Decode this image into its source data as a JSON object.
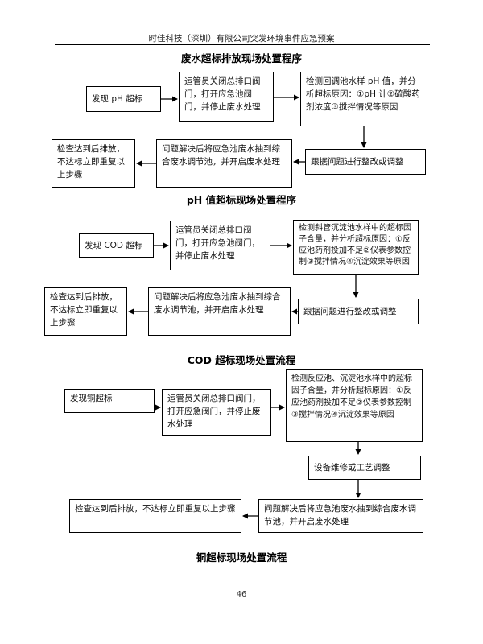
{
  "header": {
    "text": "时佳科技（深圳）有限公司突发环境事件应急预案"
  },
  "section1": {
    "title": "废水超标排放现场处置程序",
    "box1": "发现 pH 超标",
    "box2": "运管员关闭总排口阀门，打开应急池阀门，并停止废水处理",
    "box3": "检测回调池水样 pH 值，并分析超标原因：①pH 计②硫酸药剂浓度③搅拌情况等原因",
    "box4": "跟据问题进行整改或调整",
    "box5": "问题解决后将应急池废水抽到综合废水调节池，并开启废水处理",
    "box6": "检查达到后排放，不达标立即重复以上步骤"
  },
  "section2": {
    "title": "pH 值超标现场处置程序",
    "box1": "发现 COD 超标",
    "box2": "运管员关闭总排口阀门，打开应急池阀门，并停止废水处理",
    "box3": "检测斜管沉淀池水样中的超标因子含量，并分析超标原因：①反应池药剂投加不足②仪表参数控制③搅拌情况④沉淀效果等原因",
    "box4": "跟据问题进行整改或调整",
    "box5": "问题解决后将应急池废水抽到综合废水调节池，并开启废水处理",
    "box6": "检查达到后排放，不达标立即重复以上步骤"
  },
  "section3": {
    "title": "COD 超标现场处置流程",
    "box1": "发现铜超标",
    "box2": "运管员关闭总排口阀门，打开应急阀门，并停止废水处理",
    "box3": "检测反应池、沉淀池水样中的超标因子含量，并分析超标原因：①反应池药剂投加不足②仪表参数控制③搅拌情况④沉淀效果等原因",
    "box4": "设备维修或工艺调整",
    "box5": "问题解决后将应急池废水抽到综合废水调节池，并开启废水处理",
    "box6": "检查达到后排放，不达标立即重复以上步骤"
  },
  "footer_title": "铜超标现场处置流程",
  "page_number": "46"
}
